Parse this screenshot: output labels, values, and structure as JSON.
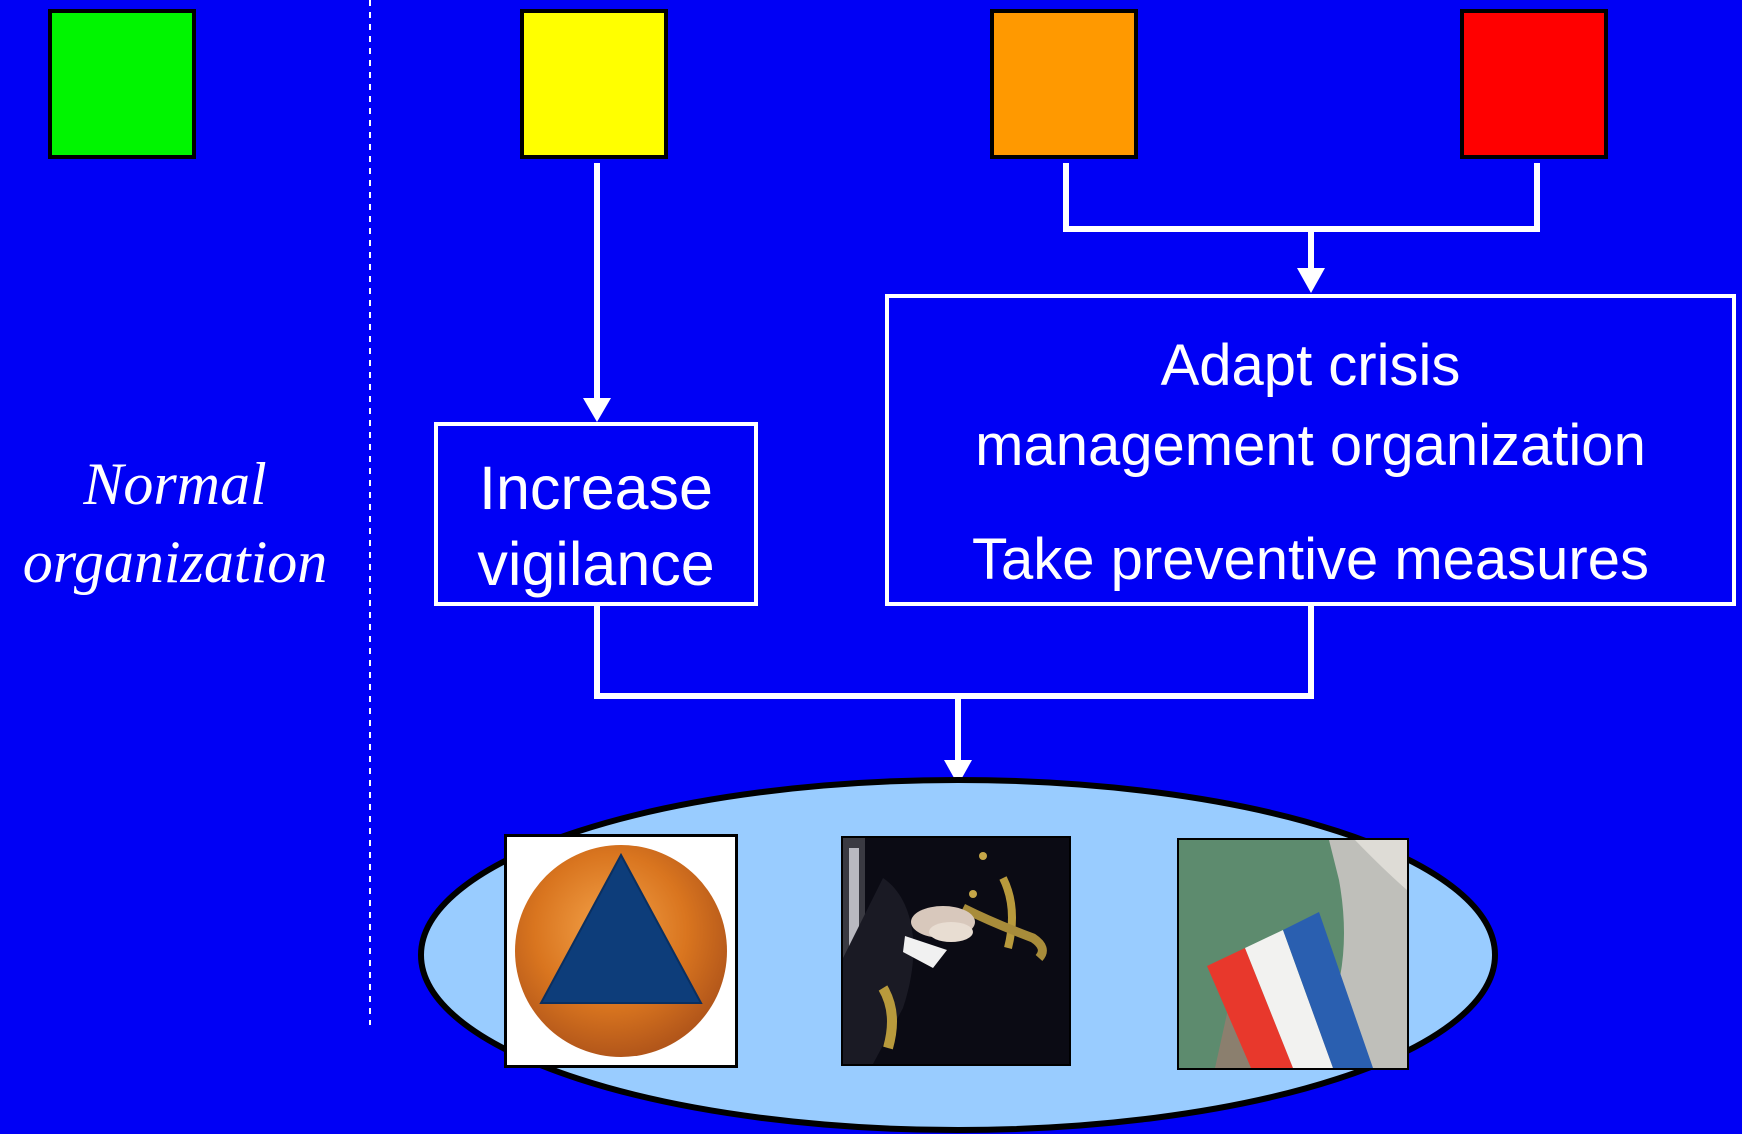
{
  "levels": [
    {
      "name": "green",
      "color": "#00f500"
    },
    {
      "name": "yellow",
      "color": "#ffff00"
    },
    {
      "name": "orange",
      "color": "#ff9900"
    },
    {
      "name": "red",
      "color": "#ff0000"
    }
  ],
  "colors": {
    "background": "#0000f5",
    "ellipse_fill": "#99ccff",
    "stroke": "#ffffff"
  },
  "normal": {
    "line1": "Normal",
    "line2": "organization"
  },
  "vigilance": {
    "line1": "Increase",
    "line2": "vigilance"
  },
  "crisis": {
    "line1": "Adapt crisis",
    "line2": "management organization",
    "line3": "Take preventive measures"
  },
  "images": [
    {
      "name": "civil-protection-emblem"
    },
    {
      "name": "prefect-uniform-photo"
    },
    {
      "name": "tricolor-sash-photo"
    }
  ]
}
